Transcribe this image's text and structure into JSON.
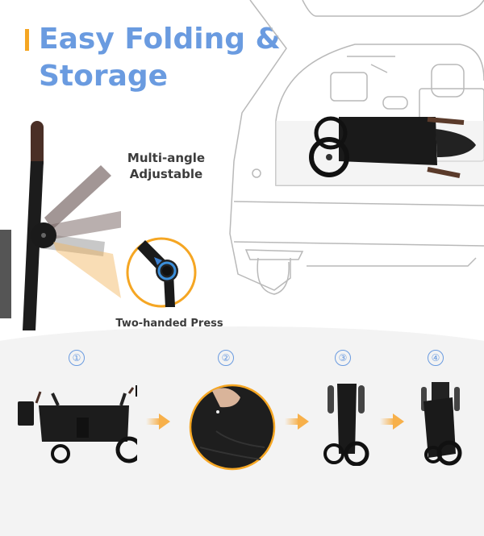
{
  "header": {
    "title_line1": "Easy Folding &",
    "title_line2": "Storage",
    "accent_bar_color": "#f5a623",
    "title_color": "#6a9be0"
  },
  "features": {
    "multi_angle_line1": "Multi-angle",
    "multi_angle_line2": "Adjustable",
    "two_handed_press": "Two-handed Press"
  },
  "illustrations": {
    "handle": "adjustable-handle-angles-icon",
    "zoom_button": "press-button-closeup-icon",
    "car_trunk": "car-trunk-with-folded-wagon-icon"
  },
  "steps": [
    {
      "number": "①",
      "image": "unfolded-wagon-icon"
    },
    {
      "number": "②",
      "image": "pull-center-handle-closeup-icon"
    },
    {
      "number": "③",
      "image": "half-folded-wagon-icon"
    },
    {
      "number": "④",
      "image": "fully-folded-wagon-icon"
    }
  ],
  "colors": {
    "step_number": "#6a9be0",
    "arrow": "#f7b04a",
    "panel_bg": "#f3f3f3",
    "text_dark": "#3c3c3c"
  }
}
